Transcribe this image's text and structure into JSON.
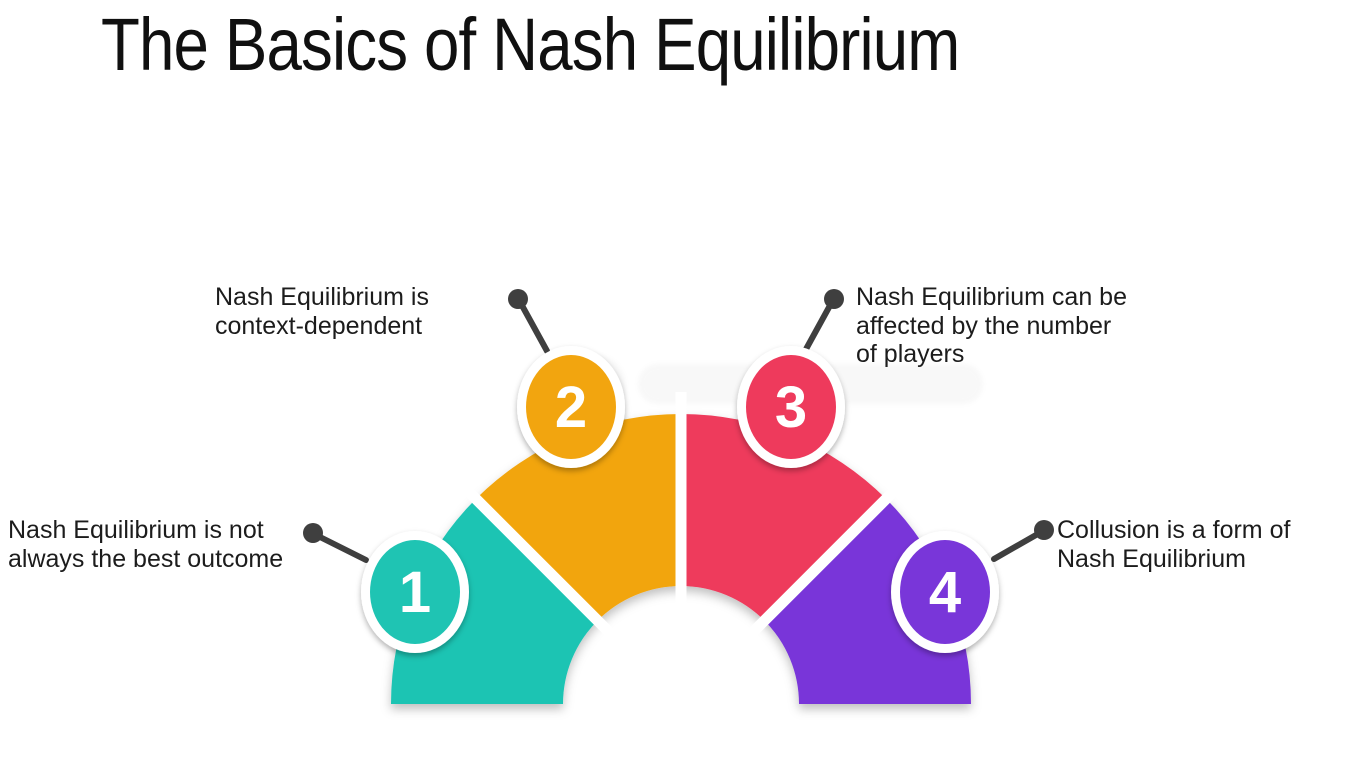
{
  "title": {
    "text": "The Basics of Nash Equilibrium"
  },
  "diagram": {
    "kind": "semicircular-4-step-process",
    "connector_color": "#3F3F3F",
    "steps": [
      {
        "number": "1",
        "color": "#1FC4B3",
        "lines": [
          "Nash Equilibrium is not",
          "always the best outcome"
        ]
      },
      {
        "number": "2",
        "color": "#F2A50F",
        "lines": [
          "Nash Equilibrium is",
          "context-dependent"
        ]
      },
      {
        "number": "3",
        "color": "#EE3A5C",
        "lines": [
          "Nash Equilibrium can be",
          "affected by the number",
          "of players"
        ]
      },
      {
        "number": "4",
        "color": "#7936D9",
        "lines": [
          "Collusion is a form of",
          "Nash Equilibrium"
        ]
      }
    ]
  }
}
